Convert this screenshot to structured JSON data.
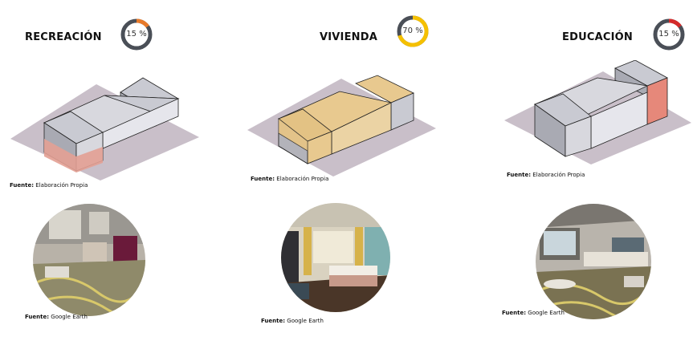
{
  "panels": [
    {
      "id": "recreacion",
      "title": "RECREACIÓN",
      "percent_label": "15 %",
      "percent": 15,
      "accent": "#e87a2a",
      "highlight_color": "#e3a093",
      "source_label": "Fuente:",
      "diagram_source": "Elaboración Propia",
      "photo_source": "Google Earth"
    },
    {
      "id": "vivienda",
      "title": "VIVIENDA",
      "percent_label": "70 %",
      "percent": 70,
      "accent": "#f5c000",
      "highlight_color": "#e8c98f",
      "source_label": "Fuente:",
      "diagram_source": "Elaboración Propia",
      "photo_source": "Google Earth"
    },
    {
      "id": "educacion",
      "title": "EDUCACIÓN",
      "percent_label": "15 %",
      "percent": 15,
      "accent": "#d42a2a",
      "highlight_color": "#e6887a",
      "source_label": "Fuente:",
      "diagram_source": "Elaboración Propia",
      "photo_source": "Google Earth"
    }
  ],
  "colors": {
    "ring_track": "#4a4f57",
    "ground": "#c9bfc9",
    "building_light": "#e6e6ec",
    "building_mid": "#c9cad2",
    "building_dark": "#a9aab3"
  }
}
